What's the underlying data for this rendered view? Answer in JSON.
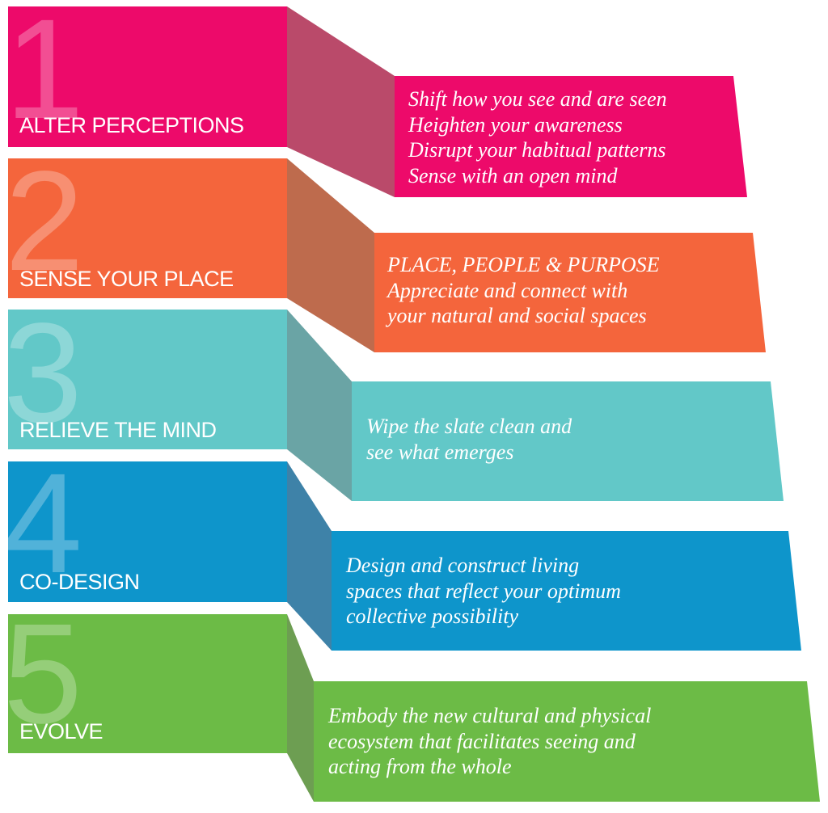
{
  "steps": [
    {
      "number": "1",
      "title": "ALTER PERCEPTIONS",
      "lines": [
        "Shift how you see and are seen",
        "Heighten your awareness",
        "Disrupt your habitual patterns",
        "Sense with an open mind"
      ],
      "color": "#ED0A6A",
      "connector_color": "#BA4A6A"
    },
    {
      "number": "2",
      "title": "SENSE YOUR PLACE",
      "lines": [
        "PLACE, PEOPLE & PURPOSE",
        "Appreciate and connect with",
        "your natural and social spaces"
      ],
      "color": "#F4653C",
      "connector_color": "#BE6B4D"
    },
    {
      "number": "3",
      "title": "RELIEVE THE MIND",
      "lines": [
        "Wipe the slate clean and",
        "see what emerges"
      ],
      "color": "#62C8C8",
      "connector_color": "#6AA4A5"
    },
    {
      "number": "4",
      "title": "CO-DESIGN",
      "lines": [
        "Design and construct living",
        "spaces that reflect your optimum",
        "collective possibility"
      ],
      "color": "#0E95CB",
      "connector_color": "#3E82A8"
    },
    {
      "number": "5",
      "title": "EVOLVE",
      "lines": [
        "Embody the new cultural and physical",
        "ecosystem that facilitates seeing and",
        "acting from the whole"
      ],
      "color": "#6CBB46",
      "connector_color": "#6D9E52"
    }
  ]
}
